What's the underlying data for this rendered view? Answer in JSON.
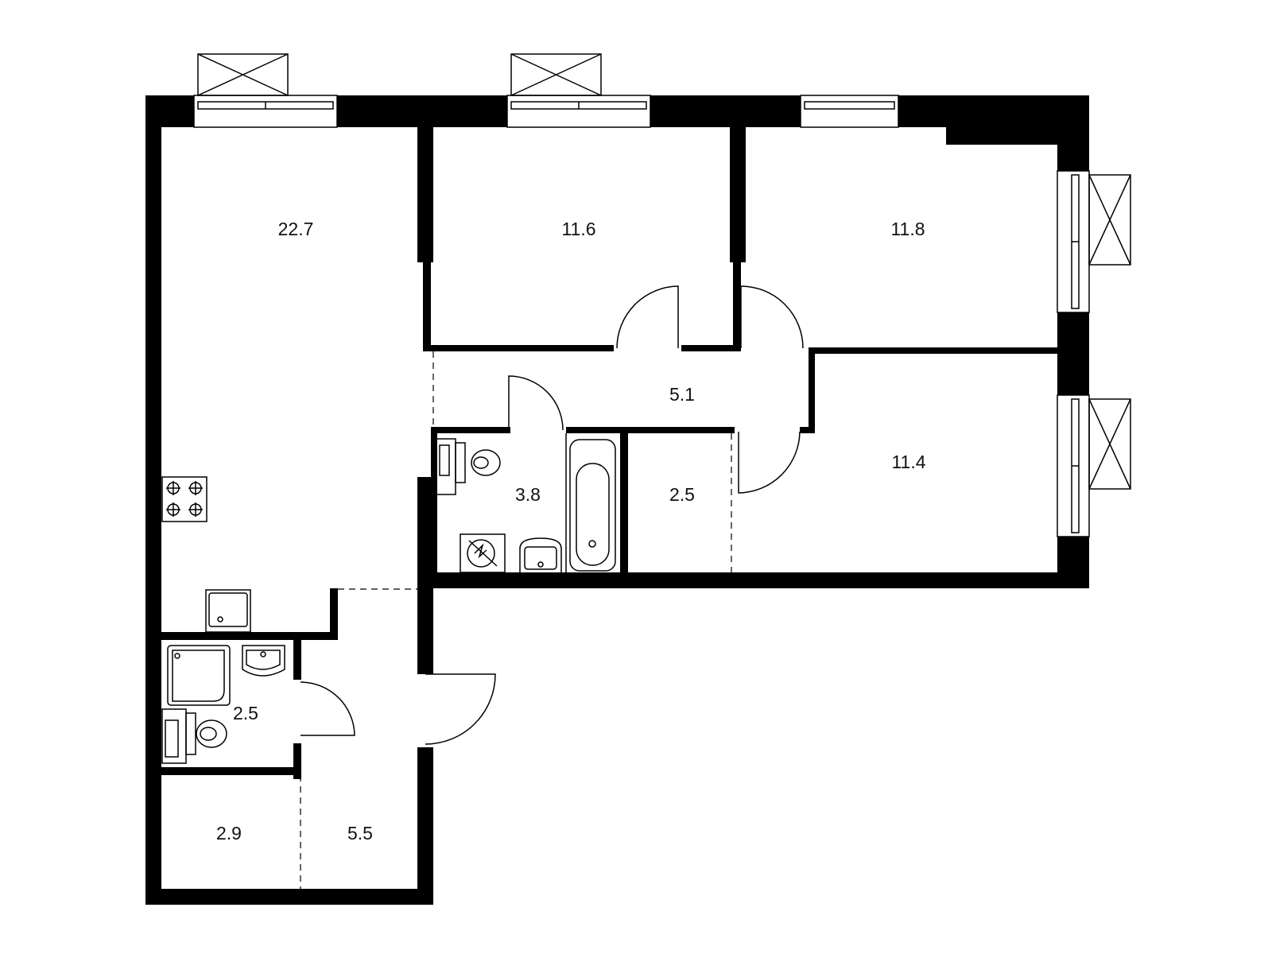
{
  "plan": {
    "type": "apartment-floor-plan",
    "wall_color": "#000000",
    "background": "#ffffff",
    "rooms": [
      {
        "id": "living-kitchen",
        "area": "22.7"
      },
      {
        "id": "bedroom-1",
        "area": "11.6"
      },
      {
        "id": "bedroom-2",
        "area": "11.8"
      },
      {
        "id": "hallway",
        "area": "5.1"
      },
      {
        "id": "bathroom",
        "area": "3.8"
      },
      {
        "id": "storage",
        "area": "2.5"
      },
      {
        "id": "bedroom-3",
        "area": "11.4"
      },
      {
        "id": "toilet",
        "area": "2.5"
      },
      {
        "id": "wardrobe",
        "area": "2.9"
      },
      {
        "id": "entrance-hall",
        "area": "5.5"
      }
    ]
  }
}
